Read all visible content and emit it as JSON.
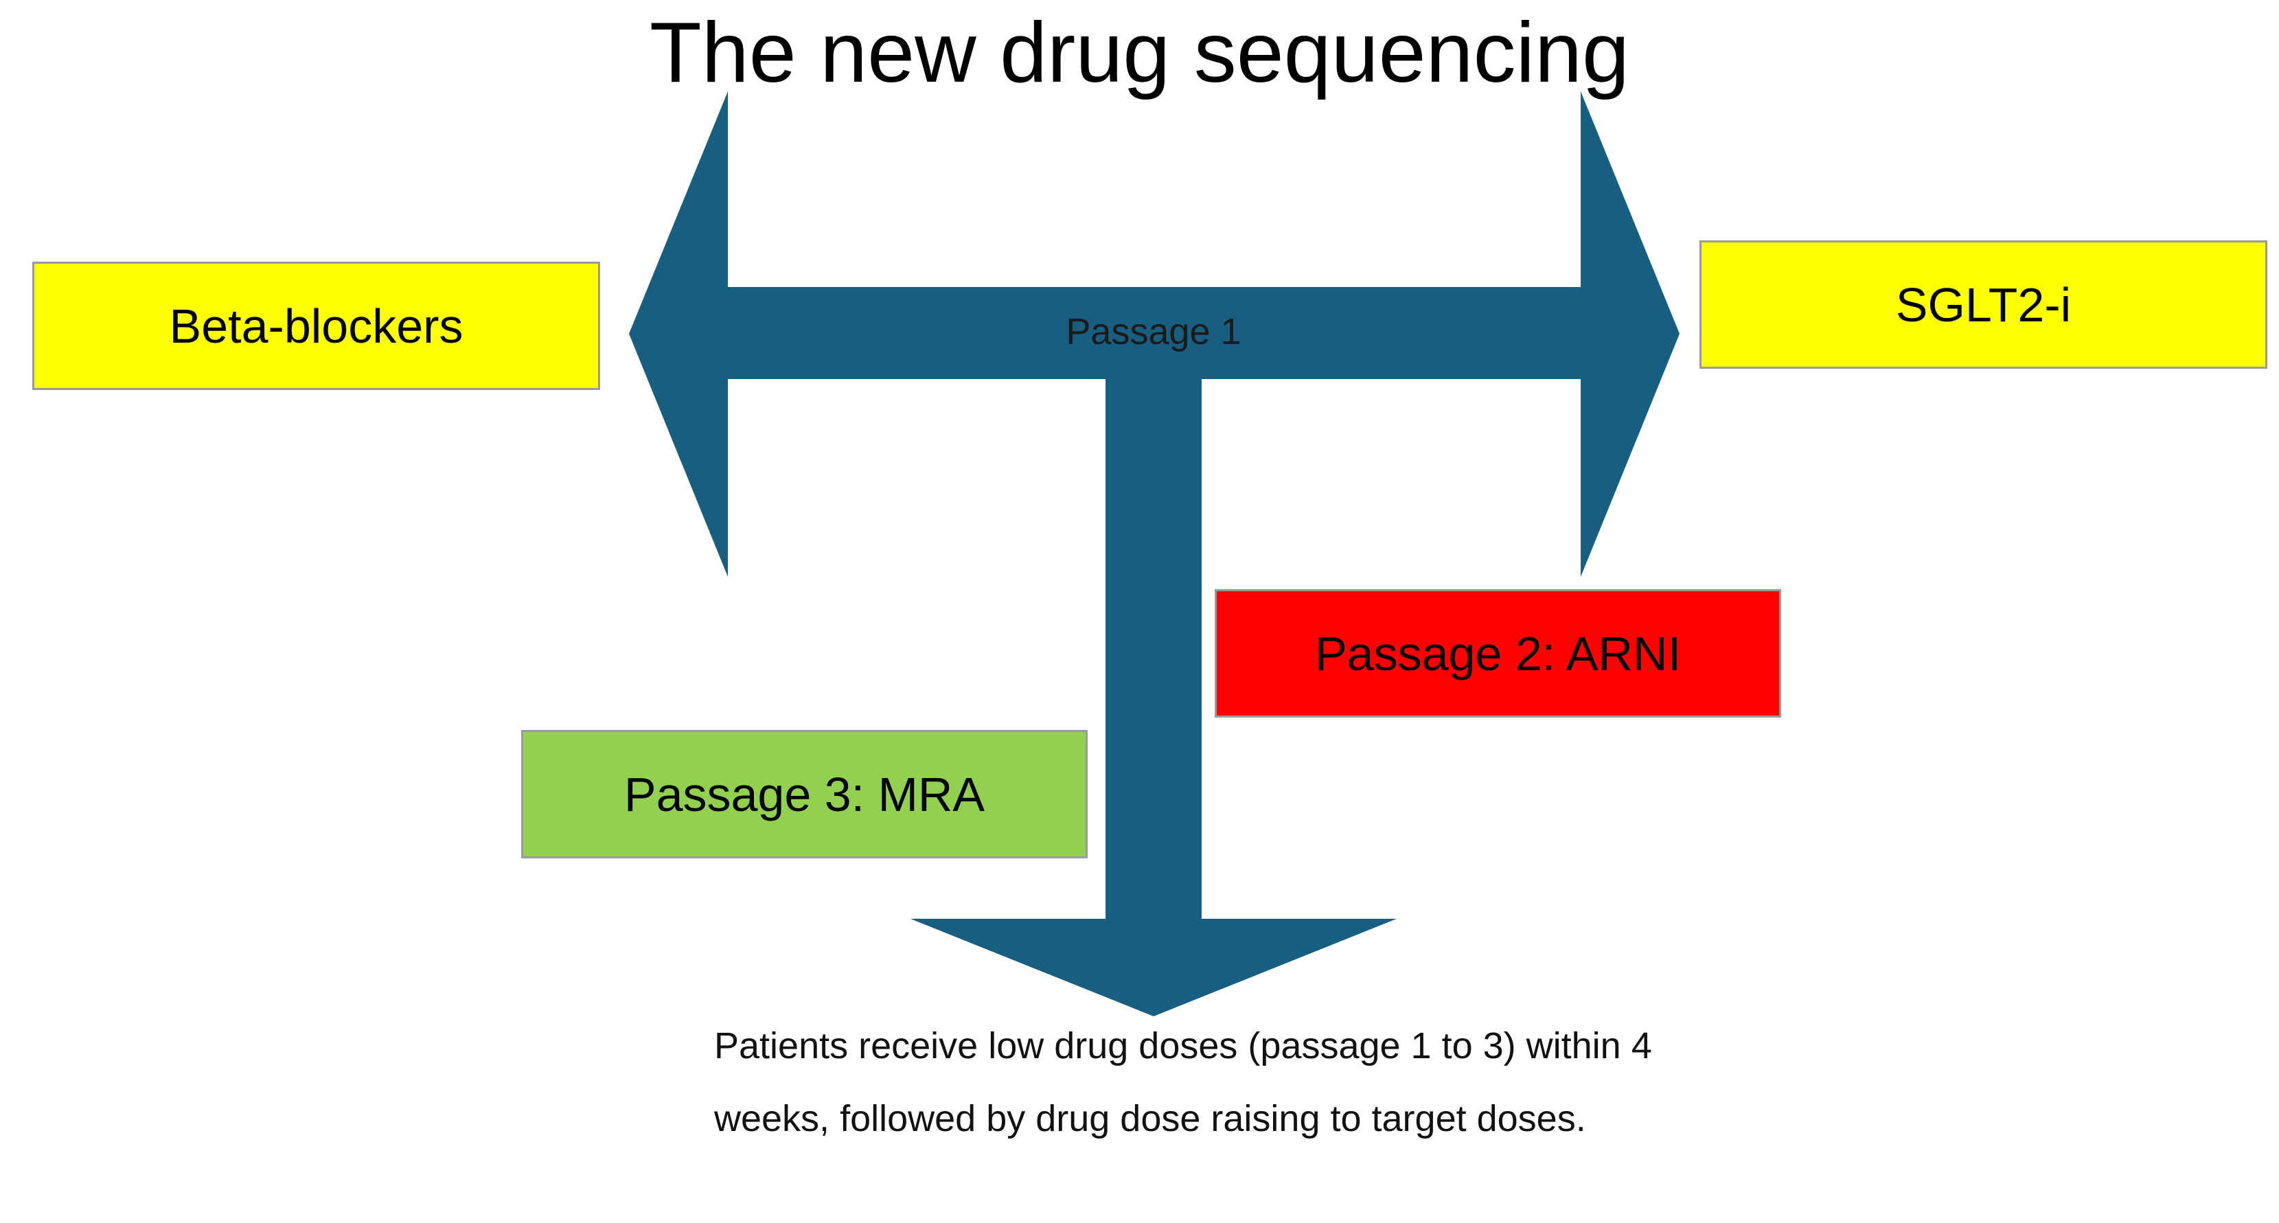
{
  "title": "The new drug sequencing",
  "colors": {
    "arrow": "#175E80",
    "beta_blockers": "#FFFF00",
    "sglt2": "#FFFF00",
    "arni": "#FF0000",
    "mra": "#92D050"
  },
  "arrow": {
    "label": "Passage 1"
  },
  "boxes": {
    "beta_blockers": "Beta-blockers",
    "sglt2": "SGLT2-i",
    "arni": "Passage 2: ARNI",
    "mra": "Passage 3: MRA"
  },
  "note": "Patients receive low drug doses (passage 1 to 3) within 4 weeks, followed by drug dose raising to target doses."
}
